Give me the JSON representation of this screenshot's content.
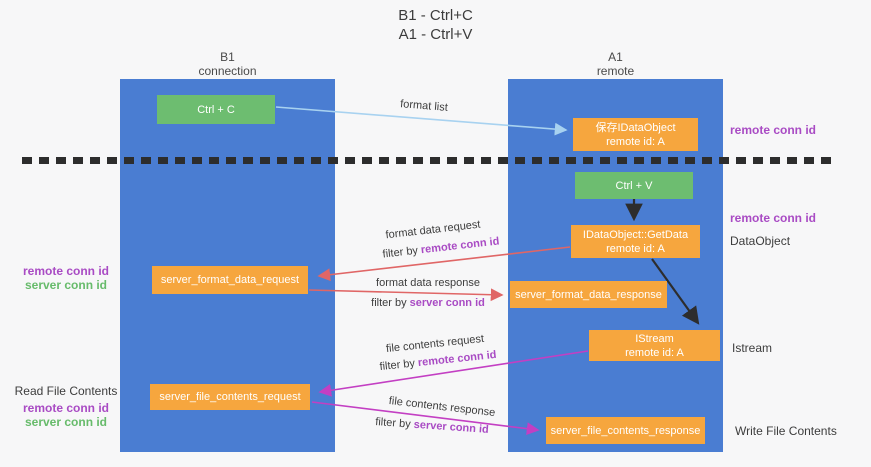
{
  "title": {
    "line1": "B1 - Ctrl+C",
    "line2": "A1 - Ctrl+V"
  },
  "lanes": {
    "left": {
      "title": "B1",
      "subtitle": "connection"
    },
    "right": {
      "title": "A1",
      "subtitle": "remote"
    }
  },
  "nodes": {
    "ctrl_c": {
      "label": "Ctrl + C"
    },
    "ctrl_v": {
      "label": "Ctrl + V"
    },
    "save_dataobject": {
      "line1": "保存IDataObject",
      "line2": "remote id: A"
    },
    "getdata": {
      "line1": "IDataObject::GetData",
      "line2": "remote id: A"
    },
    "istream": {
      "line1": "IStream",
      "line2": "remote id: A"
    },
    "format_request": {
      "label": "server_format_data_request"
    },
    "format_response": {
      "label": "server_format_data_response"
    },
    "file_request": {
      "label": "server_file_contents_request"
    },
    "file_response": {
      "label": "server_file_contents_response"
    }
  },
  "arrows": {
    "format_list": {
      "label": "format list"
    },
    "format_request": {
      "label": "format data request",
      "filter_prefix": "filter by ",
      "filter_key": "remote conn id"
    },
    "format_response": {
      "label": "format data response",
      "filter_prefix": "filter by ",
      "filter_key": "server conn id"
    },
    "file_request": {
      "label": "file contents request",
      "filter_prefix": "filter by ",
      "filter_key": "remote conn id"
    },
    "file_response": {
      "label": "file contents response",
      "filter_prefix": "filter by ",
      "filter_key": "server conn id"
    }
  },
  "side_labels": {
    "right_top_conn": "remote conn id",
    "right_mid_conn": "remote conn id",
    "dataobject": "DataObject",
    "istream": "Istream",
    "write_file": "Write File Contents",
    "read_file": "Read File Contents",
    "left_top_remote": "remote conn id",
    "left_top_server": "server conn id",
    "left_bottom_remote": "remote conn id",
    "left_bottom_server": "server conn id"
  },
  "colors": {
    "lane_blue": "#4a7dd2",
    "node_green": "#6dbd70",
    "node_orange": "#f6a63e",
    "purple_label": "#a94bc4",
    "green_label": "#67bb6b",
    "red_arrow": "#e06666",
    "magenta_arrow": "#c33fc3",
    "light_blue_arrow": "#a8d2f0",
    "black_arrow": "#2d2d2d"
  }
}
